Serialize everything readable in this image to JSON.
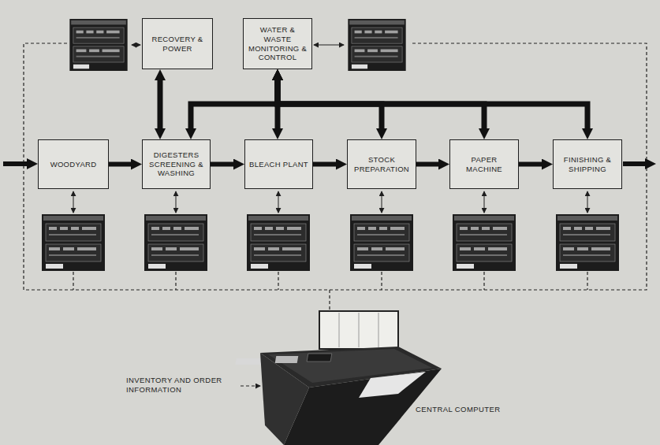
{
  "diagram": {
    "nodes": [
      {
        "text": [
          "RECOVERY & POWER"
        ]
      },
      {
        "text": [
          "WATER & WASTE MONITORING & CONTROL"
        ]
      },
      {
        "text": [
          "WOODYARD"
        ]
      },
      {
        "text": [
          "DIGESTERS SCREENING & WASHING"
        ]
      },
      {
        "text": [
          "BLEACH PLANT"
        ]
      },
      {
        "text": [
          "STOCK PREPARATION"
        ]
      },
      {
        "text": [
          "PAPER MACHINE"
        ]
      },
      {
        "text": [
          "FINISHING & SHIPPING"
        ]
      }
    ],
    "edges": [
      {
        "from": 2,
        "to": 3,
        "arrow": "to"
      },
      {
        "from": 3,
        "to": 4,
        "arrow": "to"
      },
      {
        "from": 4,
        "to": 5,
        "arrow": "to"
      },
      {
        "from": 5,
        "to": 6,
        "arrow": "to"
      },
      {
        "from": 6,
        "to": 7,
        "arrow": "to"
      },
      {
        "from": 0,
        "to": 3,
        "arrow": "both"
      },
      {
        "from": 1,
        "to": 4,
        "arrow": "both"
      },
      {
        "from": 1,
        "to": 3,
        "arrow": "both"
      },
      {
        "from": 1,
        "to": 5,
        "arrow": "both"
      },
      {
        "from": 1,
        "to": 6,
        "arrow": "both"
      },
      {
        "from": 1,
        "to": 7,
        "arrow": "both"
      }
    ],
    "labels": [
      "INVENTORY AND ORDER INFORMATION",
      "CENTRAL COMPUTER"
    ]
  }
}
